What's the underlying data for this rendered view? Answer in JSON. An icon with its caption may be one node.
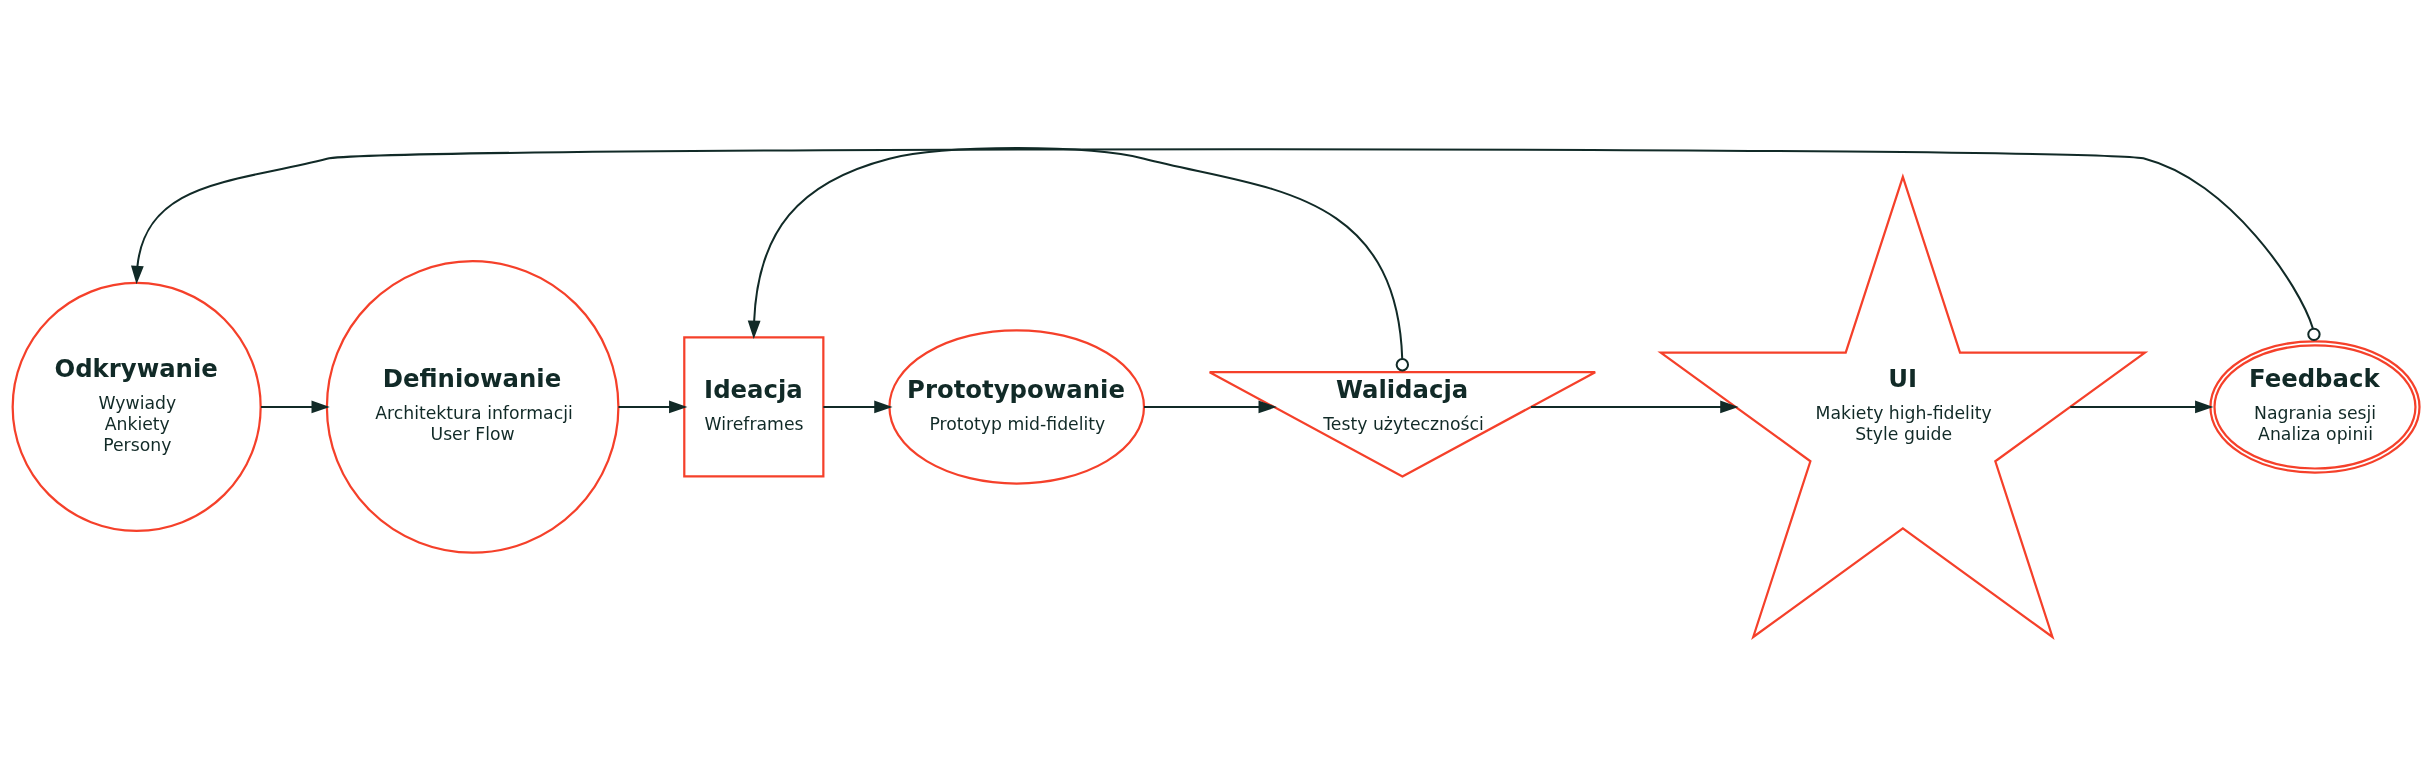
{
  "diagram": {
    "nodes": [
      {
        "text": [
          "Odkrywanie",
          "Wywiady",
          "Ankiety",
          "Persony"
        ]
      },
      {
        "text": [
          "Definiowanie",
          "Architektura informacji",
          "User Flow"
        ]
      },
      {
        "text": [
          "Ideacja",
          "Wireframes"
        ]
      },
      {
        "text": [
          "Prototypowanie",
          "Prototyp mid-fidelity"
        ]
      },
      {
        "text": [
          "Walidacja",
          "Testy użyteczności"
        ]
      },
      {
        "text": [
          "UI",
          "Makiety high-fidelity",
          "Style guide"
        ]
      },
      {
        "text": [
          "Feedback",
          "Nagrania sesji",
          "Analiza opinii"
        ]
      }
    ],
    "edges": [
      {
        "from": 0,
        "to": 1,
        "arrow": "to"
      },
      {
        "from": 1,
        "to": 2,
        "arrow": "to"
      },
      {
        "from": 2,
        "to": 3,
        "arrow": "to"
      },
      {
        "from": 3,
        "to": 4,
        "arrow": "to"
      },
      {
        "from": 4,
        "to": 5,
        "arrow": "to"
      },
      {
        "from": 5,
        "to": 6,
        "arrow": "to"
      },
      {
        "from": 4,
        "to": 2,
        "arrow": "to"
      },
      {
        "from": 6,
        "to": 0,
        "arrow": "to"
      }
    ]
  }
}
